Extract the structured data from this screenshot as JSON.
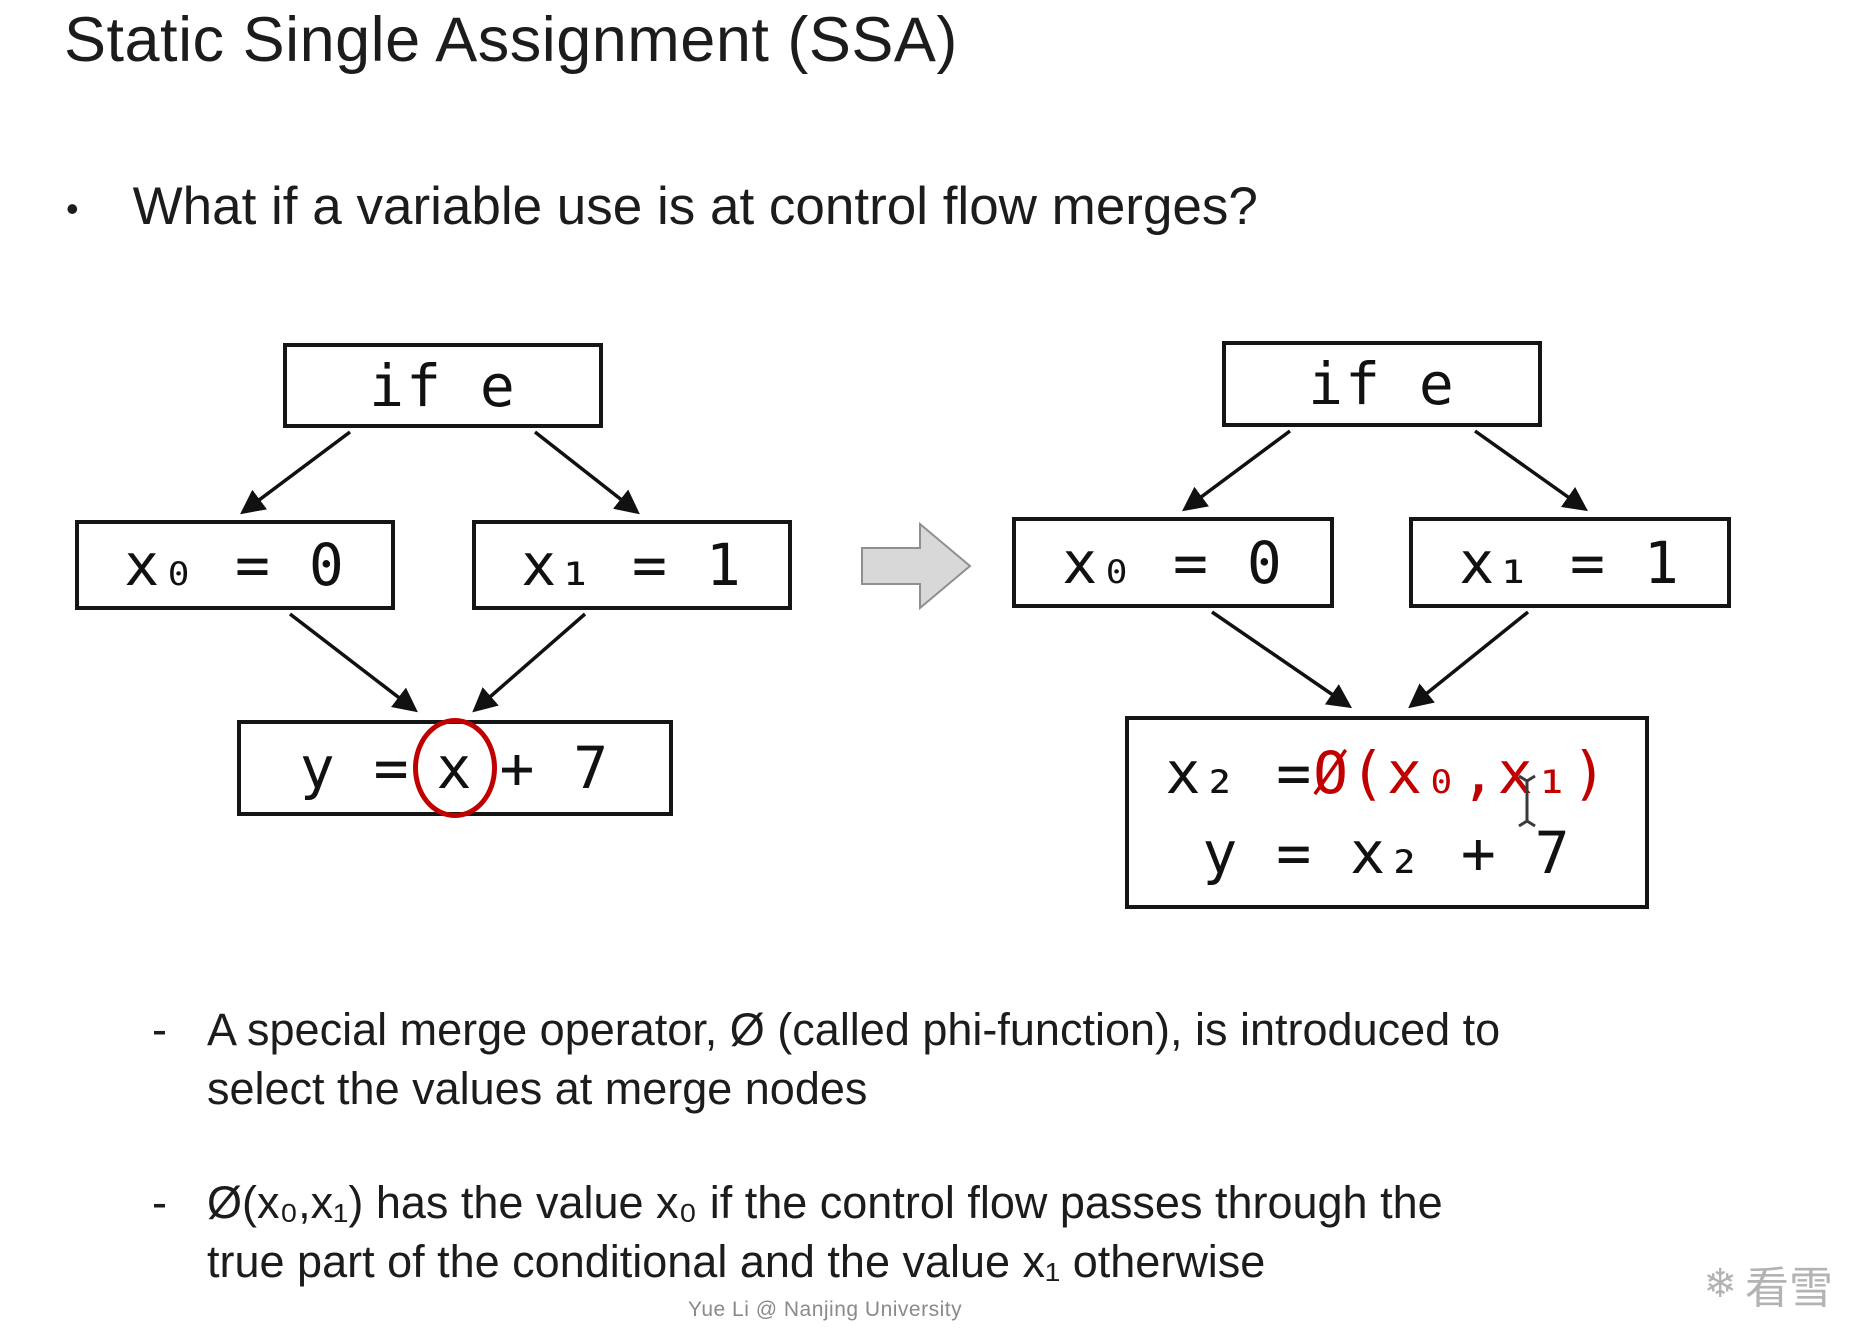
{
  "slide": {
    "title": "Static Single Assignment (SSA)",
    "bullet_marker": "•",
    "bullet_text": "What if a variable use is at control flow merges?",
    "footer": "Yue Li @ Nanjing University"
  },
  "left_diagram": {
    "cond": "if e",
    "branch_true": "x₀ = 0",
    "branch_false": "x₁ = 1",
    "merge_prefix": "y =",
    "merge_var": "x",
    "merge_suffix": "+ 7"
  },
  "right_diagram": {
    "cond": "if e",
    "branch_true": "x₀ = 0",
    "branch_false": "x₁ = 1",
    "merge_line1_lhs": "x₂ = ",
    "merge_line1_phi": "Ø(x₀,x₁)",
    "merge_line2": "y = x₂ + 7"
  },
  "notes": {
    "n1_marker": "-",
    "n1_line1": "A special merge operator, Ø (called phi-function), is introduced to",
    "n1_line2": "select the values at merge nodes",
    "n2_marker": "-",
    "n2_line1": "Ø(x₀,x₁) has the value x₀ if the control flow passes through the",
    "n2_line2": "true part of the conditional and the value x₁ otherwise"
  },
  "watermark": {
    "icon": "❄",
    "text": "看雪"
  },
  "colors": {
    "accent_red": "#c00000",
    "transform_arrow_fill": "#d8d8d8"
  }
}
